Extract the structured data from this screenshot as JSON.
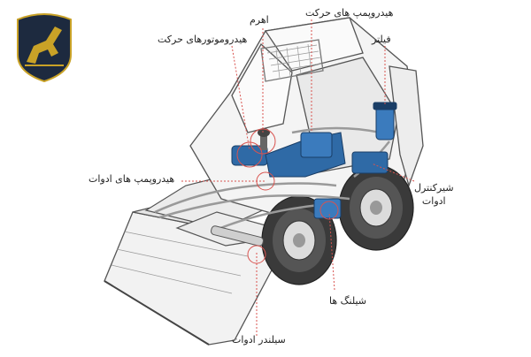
{
  "labels": {
    "drive_pumps": "هیدروپمپ های حرکت",
    "lever": "اهرم",
    "drive_motors": "هیدروموتورهای حرکت",
    "filter": "فیلتر",
    "tool_pumps": "هیدروپمپ های ادوات",
    "tool_control_valve_line1": "شیرکنترل",
    "tool_control_valve_line2": "ادوات",
    "hoses": "شیلنگ ها",
    "tool_cylinder": "سیلندر ادوات"
  },
  "colors": {
    "logo_bg": "#1d2a3f",
    "logo_gold": "#c9a227",
    "hydraulic_blue": "#2f6aa6",
    "leader_red": "#d9534f",
    "outline": "#555555"
  },
  "icons": {
    "logo": "excavator-shield-logo"
  }
}
